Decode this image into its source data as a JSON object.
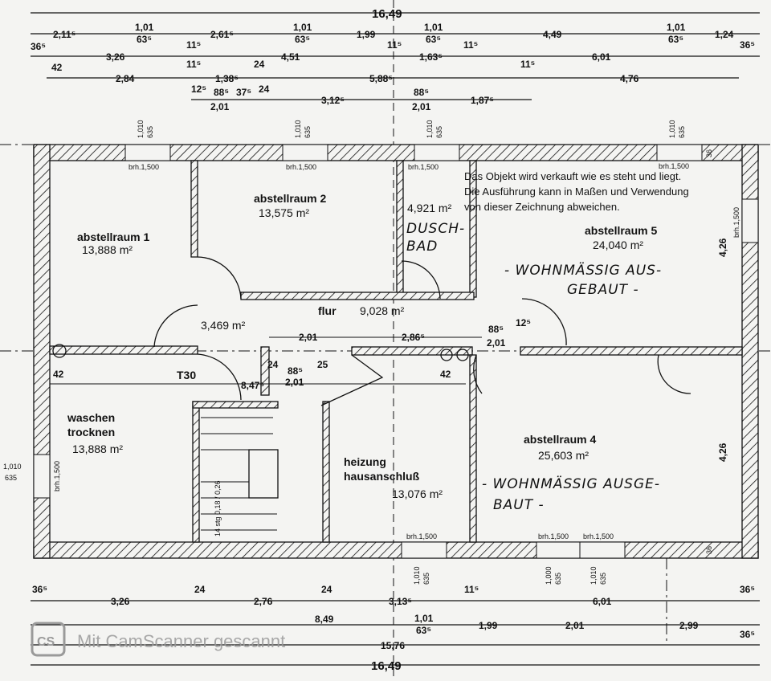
{
  "dimensions": {
    "top_total": "16,49",
    "top_row1": [
      "2,11⁵",
      "1,01",
      "63⁵",
      "2,61⁵",
      "1,01",
      "63⁵",
      "1,99",
      "1,01",
      "63⁵",
      "4,49",
      "1,01",
      "63⁵",
      "1,24"
    ],
    "top_row2": [
      "36⁵",
      "3,26",
      "11⁵",
      "4,51",
      "11⁵",
      "1,63⁵",
      "11⁵",
      "6,01",
      "36⁵"
    ],
    "top_row3": [
      "42",
      "2,84",
      "11⁵",
      "1,38⁵",
      "24",
      "5,88⁵",
      "11⁵",
      "4,76"
    ],
    "top_row4": [
      "12⁵",
      "88⁵",
      "2,01",
      "37⁵",
      "24",
      "3,12⁵",
      "88⁵",
      "2,01",
      "1,87⁵"
    ],
    "bottom_row1": [
      "36⁵",
      "3,26",
      "24",
      "2,76",
      "24",
      "3,13⁵",
      "11⁵",
      "6,01",
      "36⁵"
    ],
    "bottom_row2": [
      "8,49",
      "1,01",
      "63⁵",
      "1,99",
      "2,01",
      "2,99"
    ],
    "bottom_row3": [
      "15,76",
      "36⁵"
    ],
    "bottom_total": "16,49",
    "interior": [
      "2,01",
      "2,86⁵",
      "88⁵",
      "12⁵",
      "2,01",
      "24",
      "88⁵",
      "25",
      "2,01",
      "8,47⁵",
      "42",
      "42"
    ],
    "vertical": [
      "4,26",
      "4,26",
      "36",
      "36"
    ]
  },
  "windows": {
    "brh": "brh.1,500",
    "top_marks": [
      "1,010",
      "635"
    ],
    "left": [
      "1,010",
      "635"
    ],
    "bottom_marks": [
      "1,010",
      "635",
      "1,000",
      "635",
      "1,010",
      "635"
    ]
  },
  "rooms": [
    {
      "name": "abstellraum 1",
      "area": "13,888 m²"
    },
    {
      "name": "abstellraum 2",
      "area": "13,575 m²"
    },
    {
      "name": "",
      "area": "4,921 m²"
    },
    {
      "name": "abstellraum 5",
      "area": "24,040 m²"
    },
    {
      "name": "flur",
      "area": "9,028 m²"
    },
    {
      "name": "",
      "area": "3,469 m²"
    },
    {
      "name": "waschen trocknen",
      "name1": "waschen",
      "name2": "trocknen",
      "area": "13,888 m²"
    },
    {
      "name": "heizung hausanschluß",
      "name1": "heizung",
      "name2": "hausanschluß",
      "area": "13,076 m²"
    },
    {
      "name": "abstellraum 4",
      "area": "25,603 m²"
    }
  ],
  "labels": {
    "door": "T30",
    "stairs": "14 stg 0,18 / 0,26"
  },
  "note": [
    "Das Objekt wird verkauft wie es steht und liegt.",
    "Die Ausführung kann in Maßen und Verwendung",
    "von dieser Zeichnung abweichen."
  ],
  "handwritten": {
    "bath1": "DUSCH-",
    "bath2": "BAD",
    "room5_1": "- WOHNMÄSSIG AUS-",
    "room5_2": "GEBAUT -",
    "room4_1": "- WOHNMÄSSIG AUSGE-",
    "room4_2": "BAUT -"
  },
  "watermark": {
    "icon": "CS",
    "text": "Mit CamScanner gescannt"
  }
}
